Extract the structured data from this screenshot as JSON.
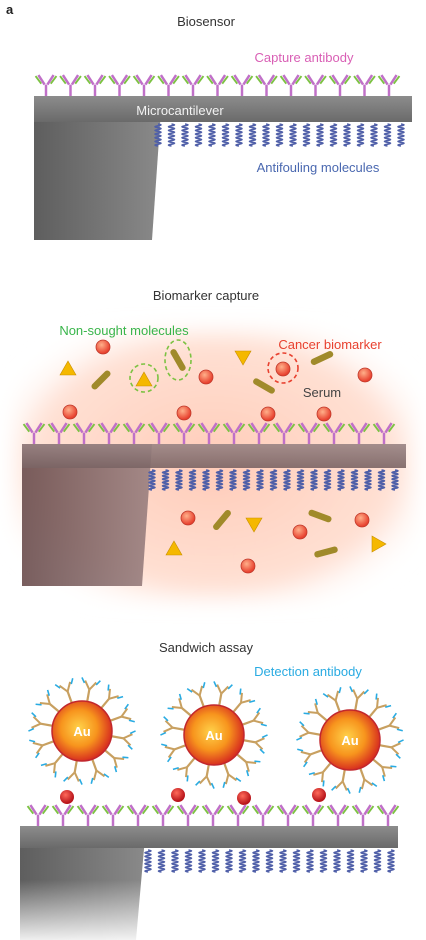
{
  "panel_label": "a",
  "sections": {
    "biosensor": {
      "title": "Biosensor",
      "capture_antibody": "Capture antibody",
      "microcantilever": "Microcantilever",
      "antifouling": "Antifouling molecules"
    },
    "capture": {
      "title": "Biomarker capture",
      "non_sought": "Non-sought molecules",
      "cancer_biomarker": "Cancer biomarker",
      "serum": "Serum"
    },
    "sandwich": {
      "title": "Sandwich assay",
      "detection_antibody": "Detection antibody",
      "gold_label": "Au"
    }
  },
  "colors": {
    "capture_antibody_label": "#d95fb5",
    "antifouling_label": "#4a68b0",
    "non_sought_label": "#39b54a",
    "cancer_label": "#e8412f",
    "detection_label": "#29abe2",
    "antibody_stem": "#c070c8",
    "antibody_arm_green": "#7cc242",
    "antifouling_coil": "#4f5fa8",
    "cantilever_dark": "#6e6e6e",
    "gold_core": "#f26522",
    "gold_edge": "#c1272d",
    "biomarker": "#e8412f",
    "rod": "#a08a2a",
    "triangle": "#f5b800"
  }
}
